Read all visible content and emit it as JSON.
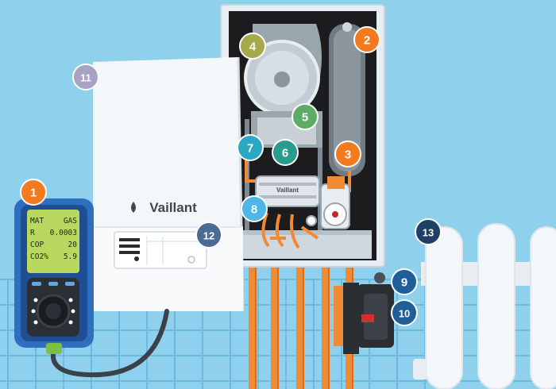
{
  "brand": "Vaillant",
  "analyser": {
    "rows": [
      {
        "label": "MAT",
        "value": "GAS"
      },
      {
        "label": "R",
        "value": "0.0003"
      },
      {
        "label": "COP",
        "value": "20"
      },
      {
        "label": "CO2%",
        "value": "5.9"
      }
    ]
  },
  "callouts": [
    {
      "number": "1",
      "color": "#f47a20",
      "subject": "flue gas analyser"
    },
    {
      "number": "2",
      "color": "#f47a20",
      "subject": "expansion vessel"
    },
    {
      "number": "3",
      "color": "#f47a20",
      "subject": "pump valve"
    },
    {
      "number": "4",
      "color": "#a4a94a",
      "subject": "fan housing"
    },
    {
      "number": "5",
      "color": "#5eab67",
      "subject": "heat exchanger"
    },
    {
      "number": "6",
      "color": "#2a9c8c",
      "subject": "gas pipe"
    },
    {
      "number": "7",
      "color": "#2aa7c2",
      "subject": "electrode"
    },
    {
      "number": "8",
      "color": "#4fb6e8",
      "subject": "control unit"
    },
    {
      "number": "9",
      "color": "#1f5f99",
      "subject": "filter top"
    },
    {
      "number": "10",
      "color": "#1f5f99",
      "subject": "magnetic filter"
    },
    {
      "number": "11",
      "color": "#a8a2c4",
      "subject": "boiler casing"
    },
    {
      "number": "12",
      "color": "#4c6a96",
      "subject": "control panel"
    },
    {
      "number": "13",
      "color": "#1e3f66",
      "subject": "radiator"
    }
  ],
  "colors": {
    "sky": "#8fd0ec",
    "tile": "#6bbbe0",
    "pipe": "#f08a34",
    "analyser_body": "#2f6fc0",
    "lcd": "#b8d860",
    "boiler_casing": "#f4f7fa"
  }
}
